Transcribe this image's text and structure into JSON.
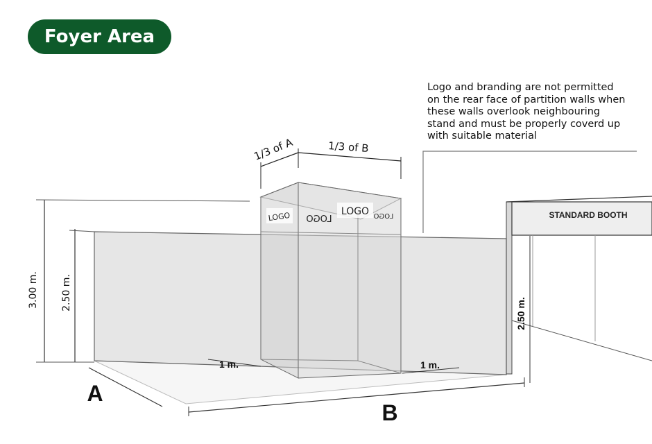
{
  "header": {
    "title": "Foyer Area"
  },
  "note": {
    "lines": [
      "Logo and branding are not permitted",
      "on the rear face of partition walls when",
      "these walls overlook neighbouring",
      "stand and must be properly coverd up",
      "with suitable material"
    ]
  },
  "diagram": {
    "dim_one_third_a": "1/3 of A",
    "dim_one_third_b": "1/3 of B",
    "logos": [
      "LOGO",
      "LOGO",
      "LOGO",
      "LOGO"
    ],
    "height_3m": "3.00 m.",
    "height_250m": "2.50 m.",
    "setback_left": "1 m.",
    "setback_right": "1 m.",
    "side_a": "A",
    "side_b": "B",
    "standard_booth": "STANDARD BOOTH",
    "booth_height": "2.50 m."
  },
  "colors": {
    "title_bg": "#0e5a2a",
    "wall_fill": "#e6e6e6",
    "line": "#555555"
  }
}
